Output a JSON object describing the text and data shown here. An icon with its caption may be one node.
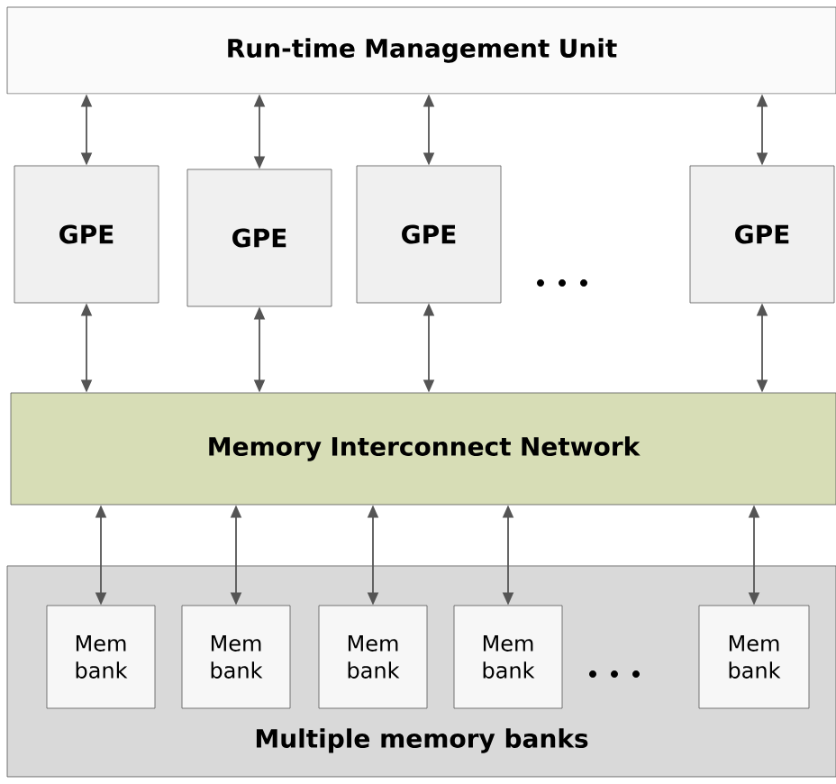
{
  "diagram": {
    "nodes": [
      {
        "text": [
          "Run-time Management Unit"
        ]
      },
      {
        "text": [
          "GPE"
        ]
      },
      {
        "text": [
          "GPE"
        ]
      },
      {
        "text": [
          "GPE"
        ]
      },
      {
        "text": [
          "GPE"
        ]
      },
      {
        "text": [
          "Memory Interconnect Network"
        ]
      },
      {
        "text": [
          "Multiple memory banks"
        ]
      },
      {
        "text": [
          "Mem bank"
        ],
        "in": 6
      },
      {
        "text": [
          "Mem bank"
        ],
        "in": 6
      },
      {
        "text": [
          "Mem bank"
        ],
        "in": 6
      },
      {
        "text": [
          "Mem bank"
        ],
        "in": 6
      },
      {
        "text": [
          "Mem bank"
        ],
        "in": 6
      }
    ],
    "edges": [
      {
        "from": 0,
        "to": 1,
        "arrow": "both"
      },
      {
        "from": 0,
        "to": 2,
        "arrow": "both"
      },
      {
        "from": 0,
        "to": 3,
        "arrow": "both"
      },
      {
        "from": 0,
        "to": 4,
        "arrow": "both"
      },
      {
        "from": 1,
        "to": 5,
        "arrow": "both"
      },
      {
        "from": 2,
        "to": 5,
        "arrow": "both"
      },
      {
        "from": 3,
        "to": 5,
        "arrow": "both"
      },
      {
        "from": 4,
        "to": 5,
        "arrow": "both"
      },
      {
        "from": 5,
        "to": 7,
        "arrow": "both"
      },
      {
        "from": 5,
        "to": 8,
        "arrow": "both"
      },
      {
        "from": 5,
        "to": 9,
        "arrow": "both"
      },
      {
        "from": 5,
        "to": 10,
        "arrow": "both"
      },
      {
        "from": 5,
        "to": 11,
        "arrow": "both"
      }
    ]
  }
}
